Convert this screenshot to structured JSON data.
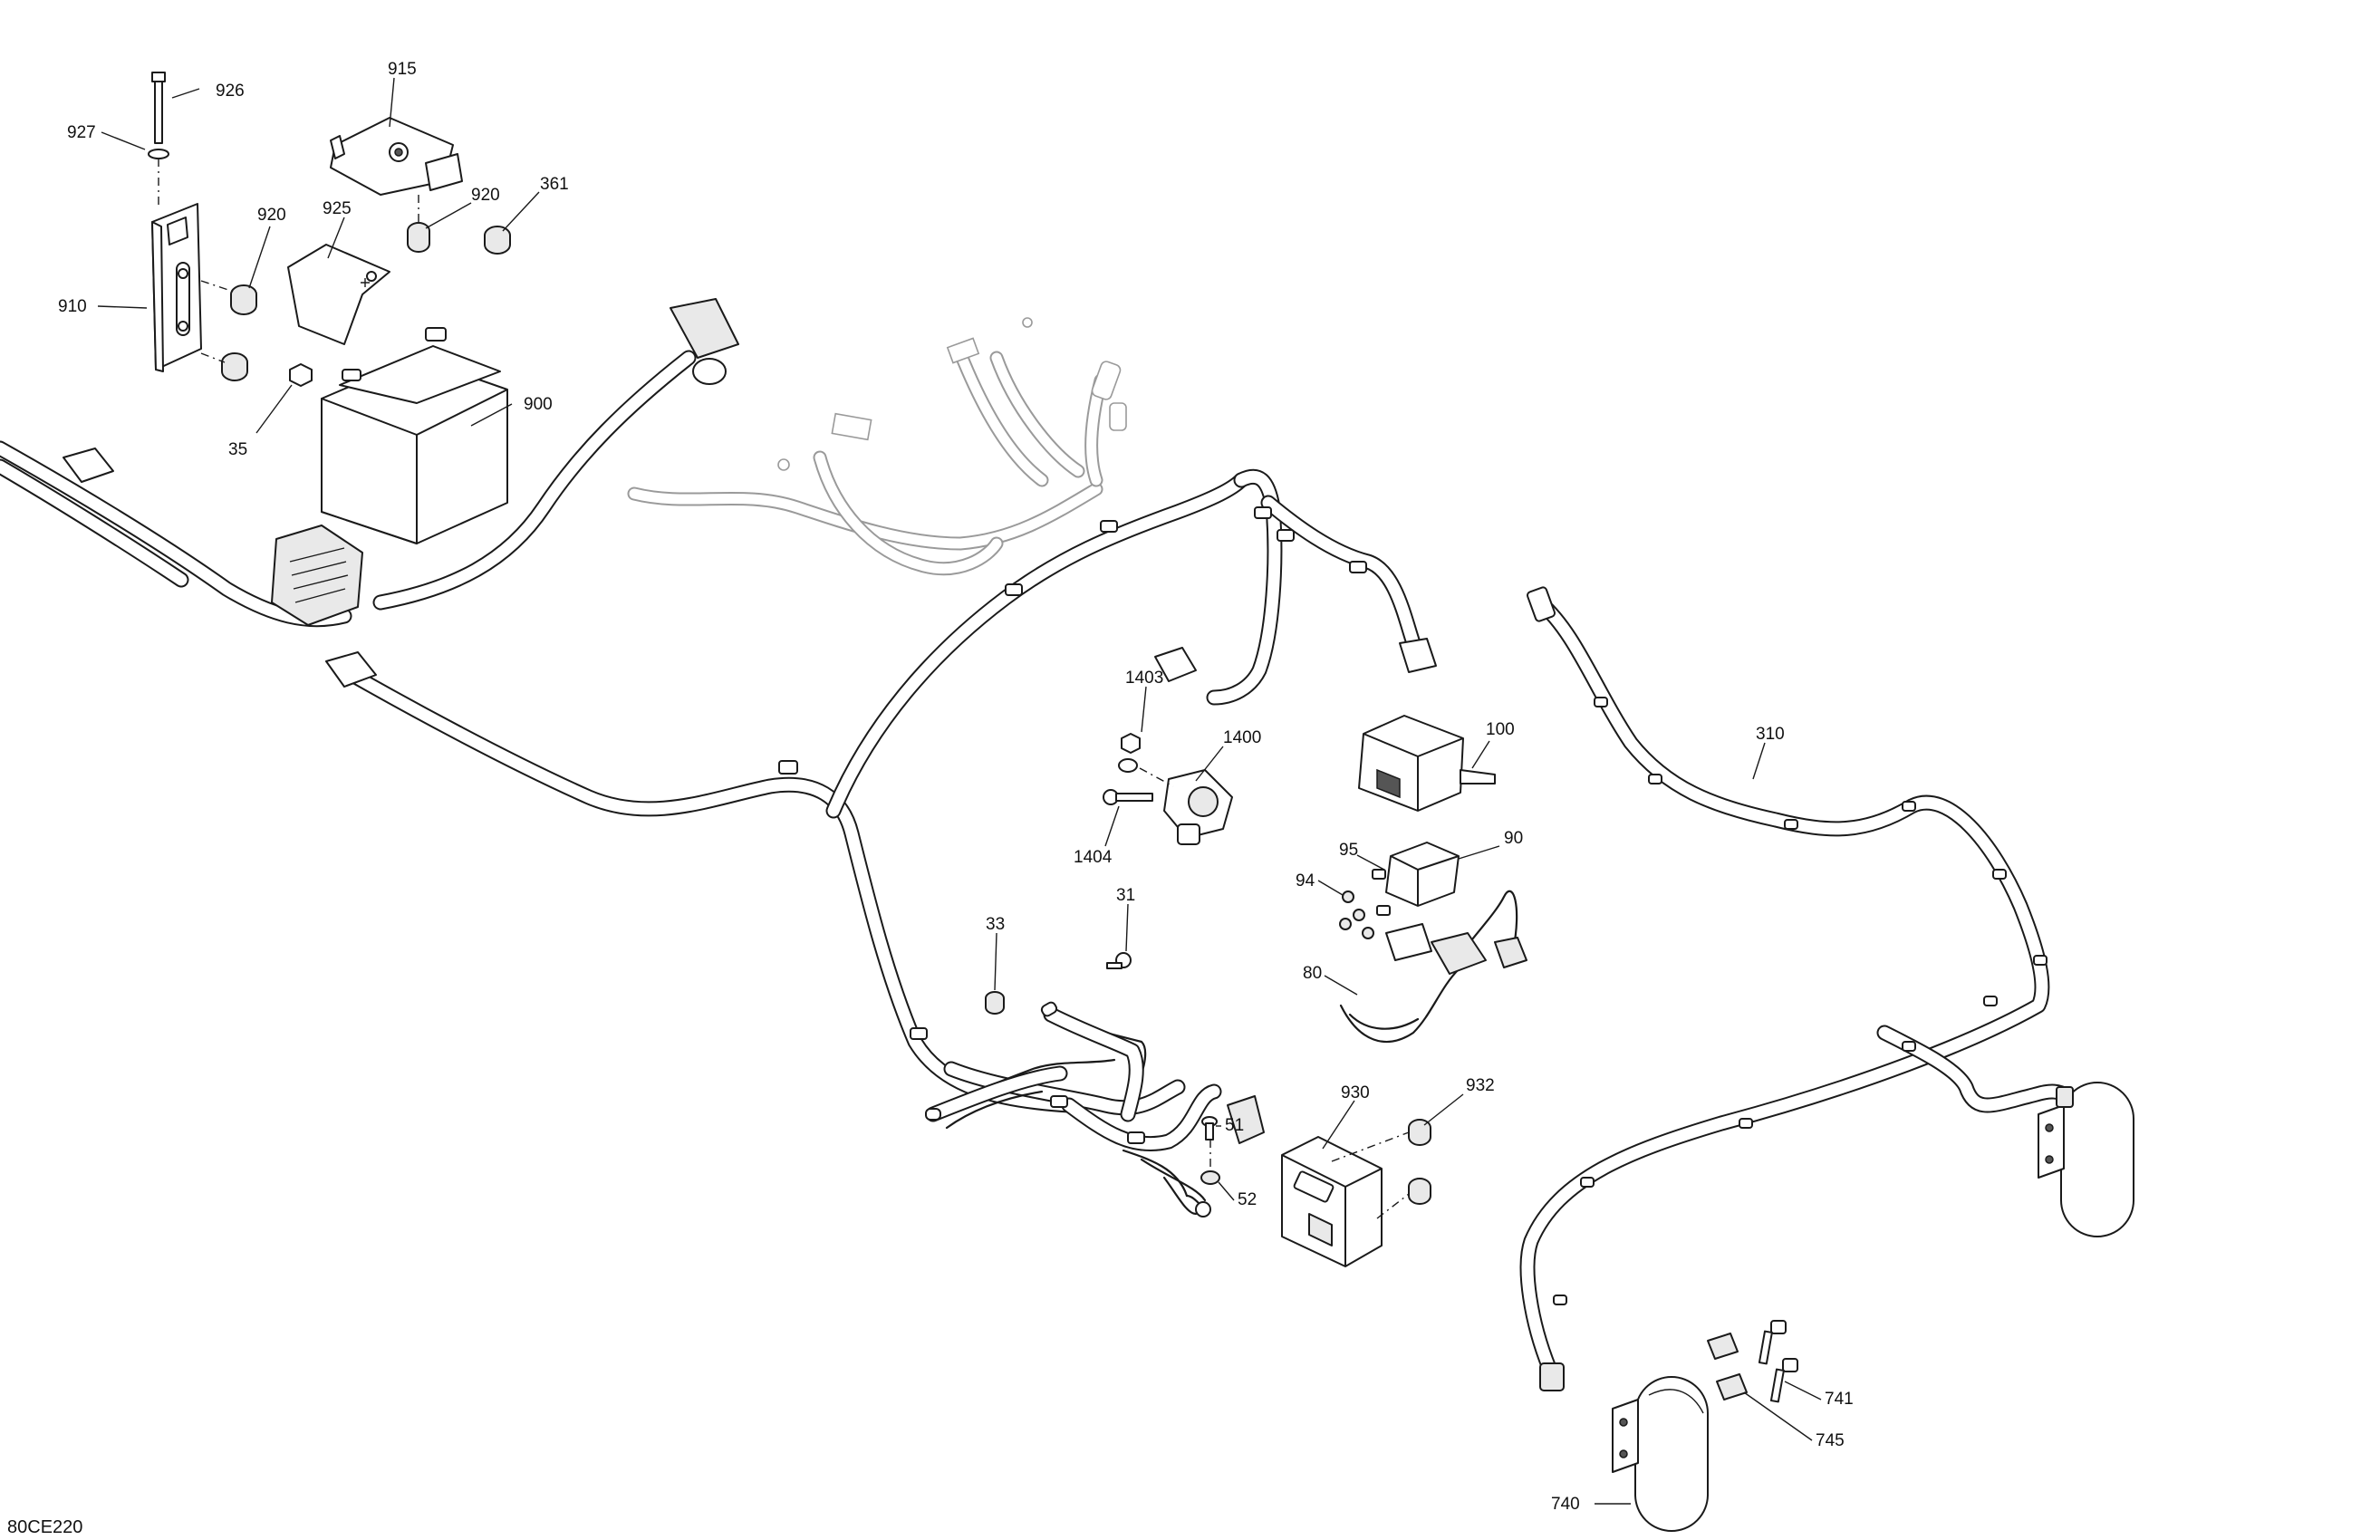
{
  "diagram_code": "80CE220",
  "callouts": [
    {
      "id": "c926",
      "text": "926"
    },
    {
      "id": "c927",
      "text": "927"
    },
    {
      "id": "c915",
      "text": "915"
    },
    {
      "id": "c920a",
      "text": "920"
    },
    {
      "id": "c925",
      "text": "925"
    },
    {
      "id": "c920b",
      "text": "920"
    },
    {
      "id": "c361",
      "text": "361"
    },
    {
      "id": "c910",
      "text": "910"
    },
    {
      "id": "c900",
      "text": "900"
    },
    {
      "id": "c35",
      "text": "35"
    },
    {
      "id": "c1403",
      "text": "1403"
    },
    {
      "id": "c1400",
      "text": "1400"
    },
    {
      "id": "c1404",
      "text": "1404"
    },
    {
      "id": "c100",
      "text": "100"
    },
    {
      "id": "c95",
      "text": "95"
    },
    {
      "id": "c90",
      "text": "90"
    },
    {
      "id": "c94",
      "text": "94"
    },
    {
      "id": "c80",
      "text": "80"
    },
    {
      "id": "c31",
      "text": "31"
    },
    {
      "id": "c33",
      "text": "33"
    },
    {
      "id": "c310",
      "text": "310"
    },
    {
      "id": "c930",
      "text": "930"
    },
    {
      "id": "c932",
      "text": "932"
    },
    {
      "id": "c51",
      "text": "51"
    },
    {
      "id": "c52",
      "text": "52"
    },
    {
      "id": "c741",
      "text": "741"
    },
    {
      "id": "c745",
      "text": "745"
    },
    {
      "id": "c740",
      "text": "740"
    }
  ]
}
